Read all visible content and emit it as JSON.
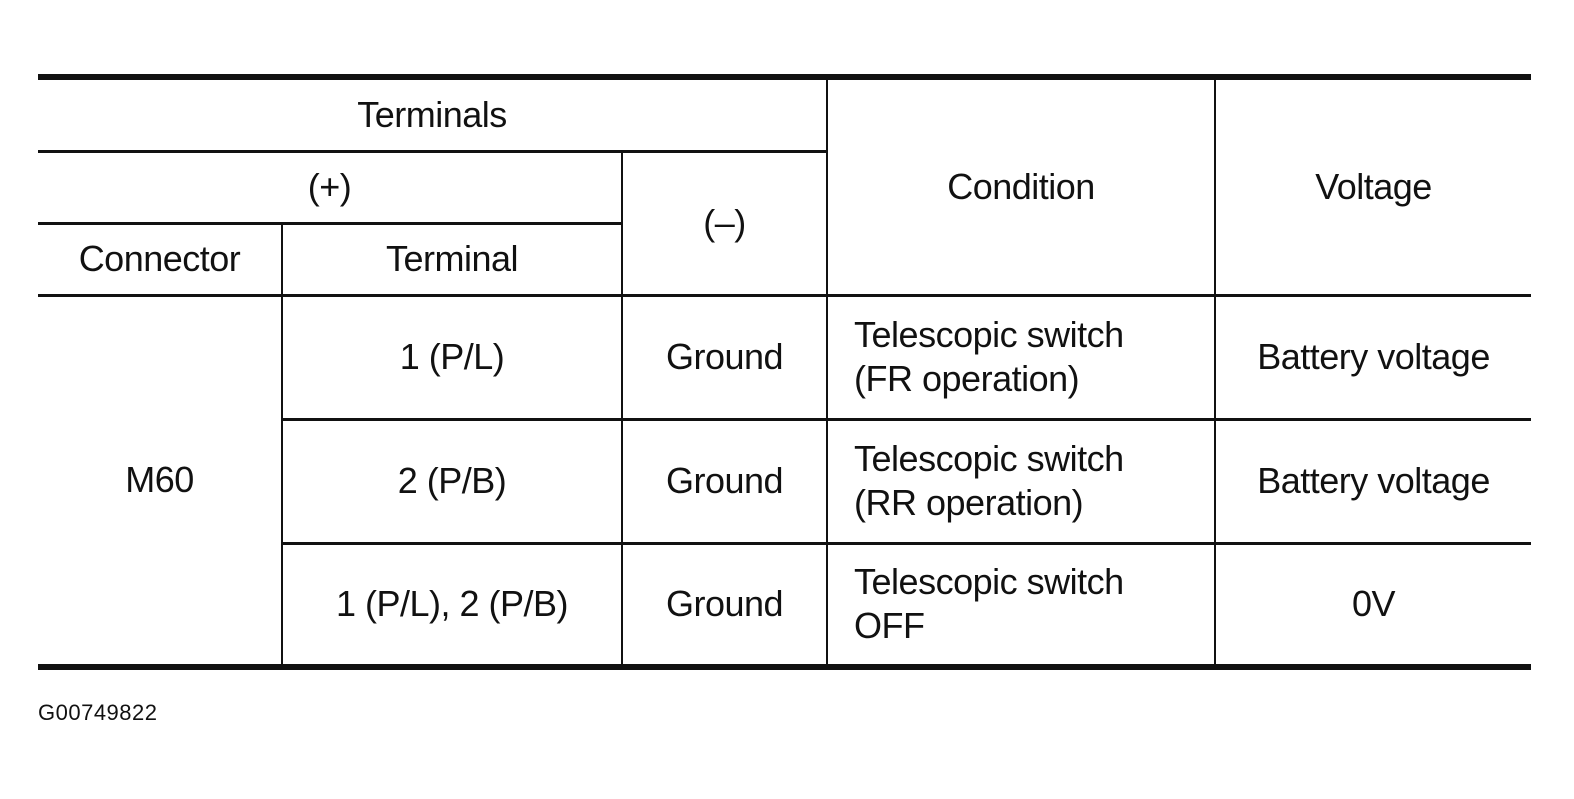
{
  "table": {
    "header": {
      "terminals": "Terminals",
      "plus": "(+)",
      "minus": "(–)",
      "connector": "Connector",
      "terminal": "Terminal",
      "condition": "Condition",
      "voltage": "Voltage"
    },
    "connector_value": "M60",
    "rows": [
      {
        "terminal": "1 (P/L)",
        "minus": "Ground",
        "condition_line1": "Telescopic switch",
        "condition_line2": "(FR operation)",
        "voltage": "Battery voltage"
      },
      {
        "terminal": "2 (P/B)",
        "minus": "Ground",
        "condition_line1": "Telescopic switch",
        "condition_line2": "(RR operation)",
        "voltage": "Battery voltage"
      },
      {
        "terminal": "1 (P/L), 2 (P/B)",
        "minus": "Ground",
        "condition_line1": "Telescopic switch",
        "condition_line2": "OFF",
        "voltage": "0V"
      }
    ]
  },
  "caption": "G00749822"
}
